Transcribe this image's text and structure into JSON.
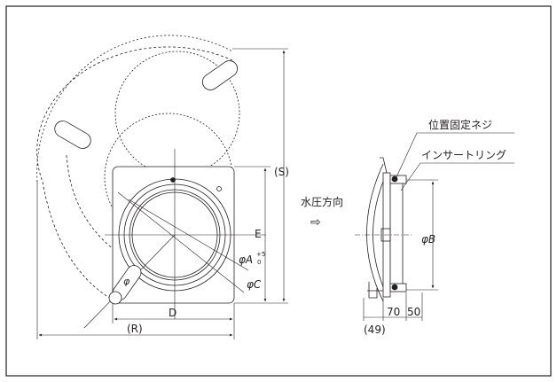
{
  "diagram": {
    "line_color": "#231f20",
    "front_view": {
      "dim_S": "(S)",
      "dim_E": "E",
      "dim_D": "D",
      "dim_R": "(R)",
      "dim_C": "φC",
      "dim_A_prefix": "φA",
      "dim_A_tol_upper": "+5",
      "dim_A_tol_lower": "0",
      "phi_mark": "φ"
    },
    "flow": {
      "label": "水圧方向",
      "arrow": "⇨"
    },
    "side_view": {
      "callout_screw": "位置固定ネジ",
      "callout_ring": "インサートリング",
      "dim_B": "φB",
      "dim_70": "70",
      "dim_50": "50",
      "dim_49": "(49)"
    }
  }
}
